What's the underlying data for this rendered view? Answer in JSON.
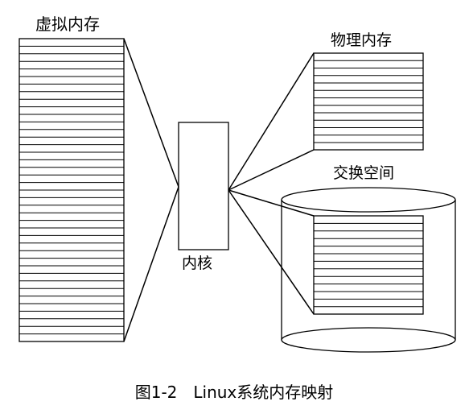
{
  "labels": {
    "virtual_memory": "虚拟内存",
    "physical_memory": "物理内存",
    "swap_space": "交换空间",
    "kernel": "内核"
  },
  "caption": "图1-2　Linux系统内存映射",
  "colors": {
    "stroke": "#000000",
    "background": "#ffffff"
  }
}
